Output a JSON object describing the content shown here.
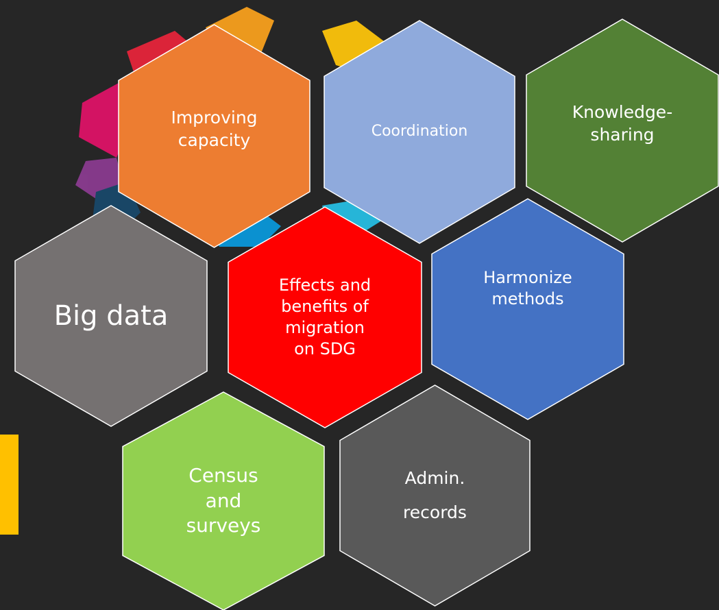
{
  "colors": {
    "background": "#262626",
    "hex_border": "#ffffff",
    "accent_bar": "#ffc000"
  },
  "hexagons": [
    {
      "id": "improving-capacity",
      "label": "Improving\ncapacity",
      "fill": "#ed7d31"
    },
    {
      "id": "coordination",
      "label": "Coordination",
      "fill": "#8faadc"
    },
    {
      "id": "knowledge-sharing",
      "label": "Knowledge-\nsharing",
      "fill": "#538135"
    },
    {
      "id": "big-data",
      "label": "Big data",
      "fill": "#757171"
    },
    {
      "id": "effects-and-benefits",
      "label": "Effects and\nbenefits of\nmigration\non SDG",
      "fill": "#ff0000"
    },
    {
      "id": "harmonize-methods",
      "label": "Harmonize\nmethods",
      "fill": "#4472c4"
    },
    {
      "id": "census-and-surveys",
      "label": "Census\nand\nsurveys",
      "fill": "#92d050"
    },
    {
      "id": "admin-records",
      "label": "Admin.\nrecords",
      "fill": "#595959"
    }
  ]
}
